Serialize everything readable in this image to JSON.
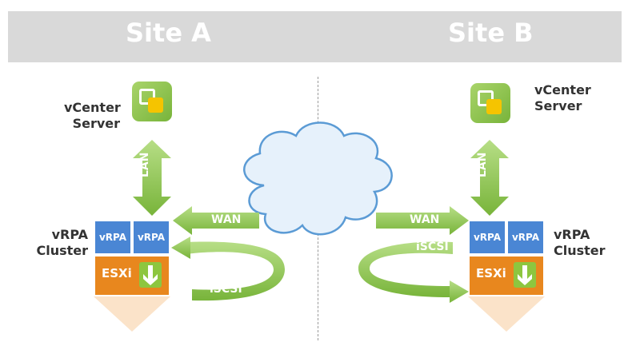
{
  "sites": {
    "a": "Site A",
    "b": "Site B"
  },
  "site_a": {
    "vcenter": [
      "vCenter",
      "Server"
    ],
    "lan": "LAN",
    "wan": "WAN",
    "iscsi": "iSCSI",
    "vrpa_cluster": [
      "vRPA",
      "Cluster"
    ],
    "vrpa_nodes": [
      "vRPA",
      "vRPA"
    ],
    "esxi": "ESXi"
  },
  "site_b": {
    "vcenter": [
      "vCenter",
      "Server"
    ],
    "lan": "LAN",
    "wan": "WAN",
    "iscsi": "iSCSI",
    "vrpa_cluster": [
      "vRPA",
      "Cluster"
    ],
    "vrpa_nodes": [
      "vRPA",
      "vRPA"
    ],
    "esxi": "ESXi"
  },
  "colors": {
    "banner": "#d9d9d9",
    "vrpa_box": "#4a86d4",
    "esxi_box": "#e8871e",
    "arrow_green": "#8dc63f",
    "cloud_fill": "#e6f1fb",
    "cloud_stroke": "#5b9bd5"
  }
}
